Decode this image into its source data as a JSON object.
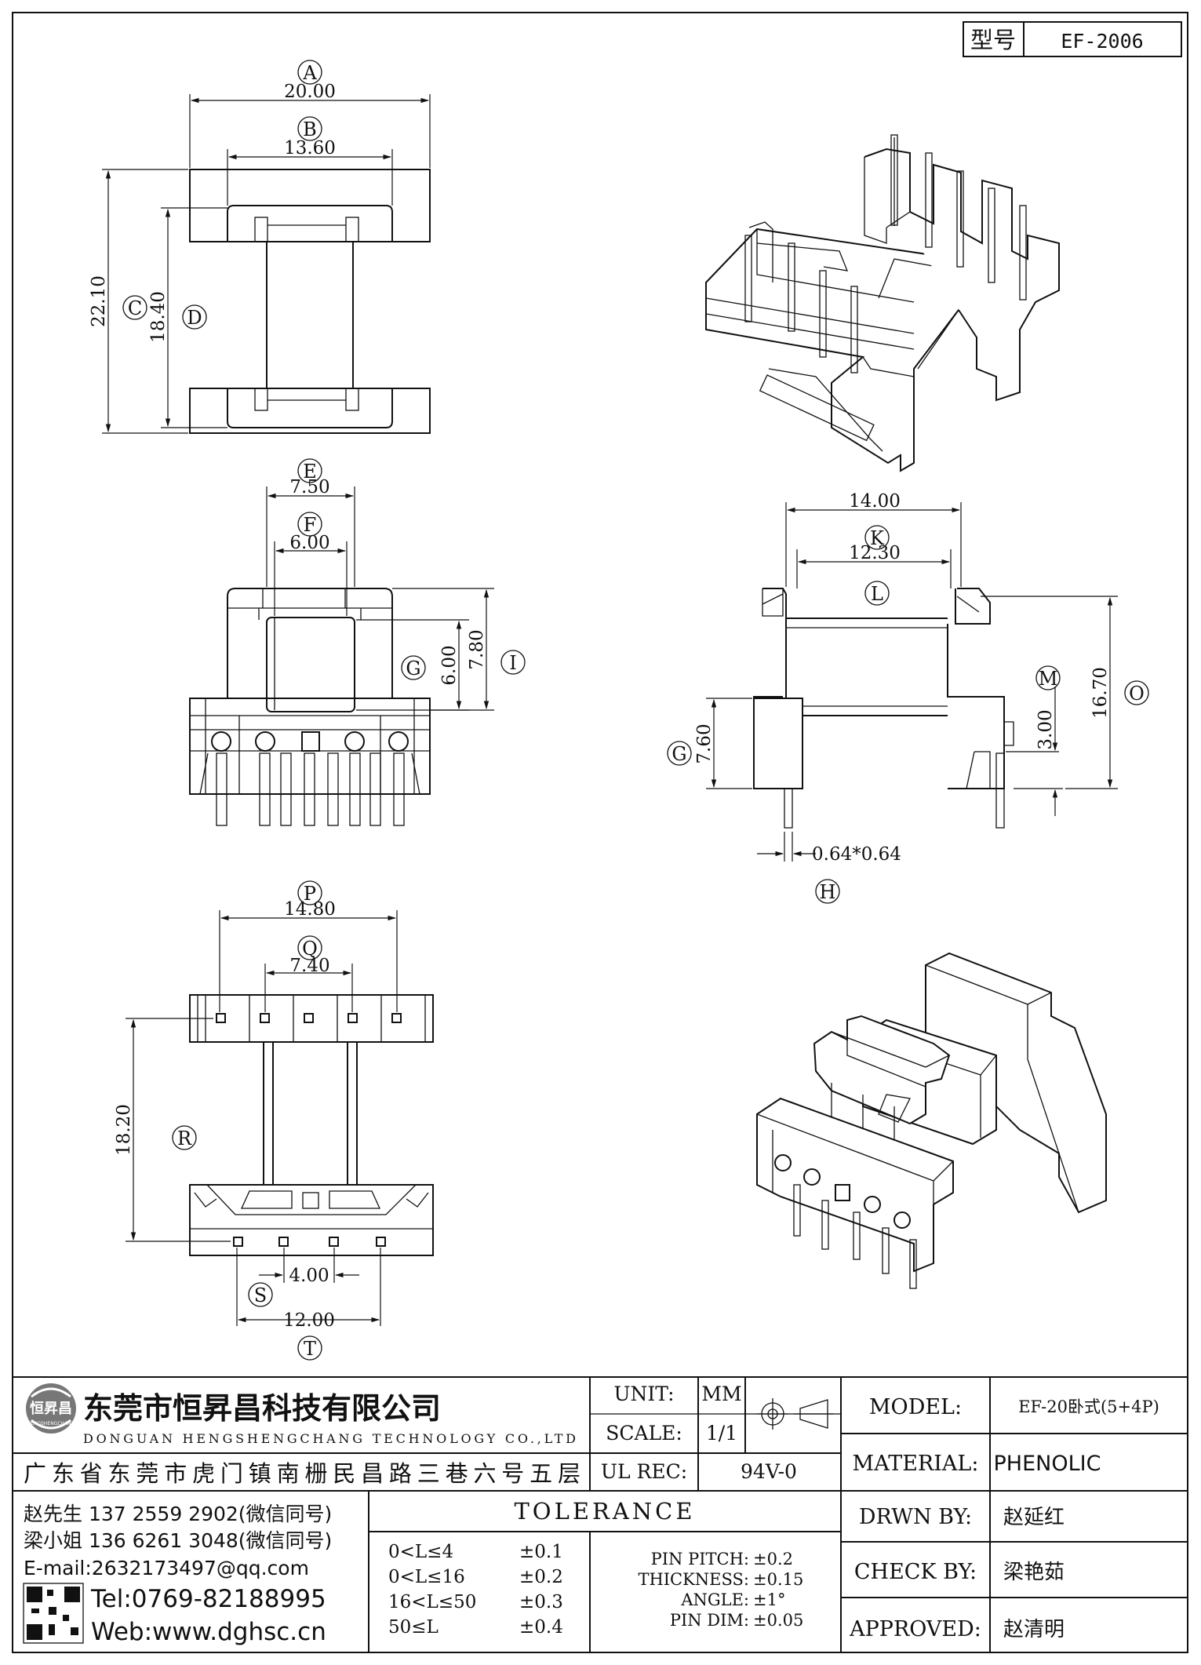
{
  "title_block": {
    "model_label": "型号",
    "model_value": "EF-2006"
  },
  "dimensions": {
    "A": {
      "letter": "A",
      "value": "20.00"
    },
    "B": {
      "letter": "B",
      "value": "13.60"
    },
    "C": {
      "letter": "C",
      "value": "22.10"
    },
    "D": {
      "letter": "D",
      "value": "18.40"
    },
    "E": {
      "letter": "E",
      "value": "7.50"
    },
    "F": {
      "letter": "F",
      "value": "6.00"
    },
    "G1": {
      "letter": "G",
      "value": "6.00"
    },
    "I": {
      "letter": "I",
      "value": "7.80"
    },
    "K": {
      "letter": "K",
      "value": "14.00"
    },
    "L": {
      "letter": "L",
      "value": "12.30"
    },
    "M": {
      "letter": "M",
      "value": "3.00"
    },
    "O": {
      "letter": "O",
      "value": "16.70"
    },
    "G2": {
      "letter": "G",
      "value": "7.60"
    },
    "H": {
      "letter": "H",
      "value": "0.64*0.64"
    },
    "P": {
      "letter": "P",
      "value": "14.80"
    },
    "Q": {
      "letter": "Q",
      "value": "7.40"
    },
    "R": {
      "letter": "R",
      "value": "18.20"
    },
    "S": {
      "letter": "S",
      "value": "4.00"
    },
    "T": {
      "letter": "T",
      "value": "12.00"
    }
  },
  "company": {
    "name_cn": "东莞市恒昇昌科技有限公司",
    "name_en": "DONGUAN HENGSHENGCHANG TECHNOLOGY CO.,LTD",
    "address": "广东省东莞市虎门镇南栅民昌路三巷六号五层",
    "logo_text": "恒昇昌",
    "logo_sub": "HENGSHENGCHANG",
    "contact1": "赵先生 137 2559 2902(微信同号)",
    "contact2": "梁小姐 136 6261 3048(微信同号)",
    "email": "E-mail:2632173497@qq.com",
    "tel": "Tel:0769-82188995",
    "web": "Web:www.dghsc.cn"
  },
  "specs": {
    "unit_label": "UNIT:",
    "unit_value": "MM",
    "scale_label": "SCALE:",
    "scale_value": "1/1",
    "ulrec_label": "UL REC:",
    "ulrec_value": "94V-0",
    "model_label": "MODEL:",
    "model_value": "EF-20卧式(5+4P)",
    "material_label": "MATERIAL:",
    "material_value": "PHENOLIC",
    "drwn_label": "DRWN BY:",
    "drwn_value": "赵延红",
    "check_label": "CHECK BY:",
    "check_value": "梁艳茹",
    "approved_label": "APPROVED:",
    "approved_value": "赵清明"
  },
  "tolerance": {
    "title": "TOLERANCE",
    "ranges": [
      {
        "range": "0<L≤4",
        "tol": "±0.1"
      },
      {
        "range": "0<L≤16",
        "tol": "±0.2"
      },
      {
        "range": "16<L≤50",
        "tol": "±0.3"
      },
      {
        "range": "50≤L",
        "tol": "±0.4"
      }
    ],
    "others": [
      {
        "label": "PIN PITCH:",
        "tol": "±0.2"
      },
      {
        "label": "THICKNESS:",
        "tol": "±0.15"
      },
      {
        "label": "ANGLE:",
        "tol": "±1°"
      },
      {
        "label": "PIN DIM:",
        "tol": "±0.05"
      }
    ]
  }
}
